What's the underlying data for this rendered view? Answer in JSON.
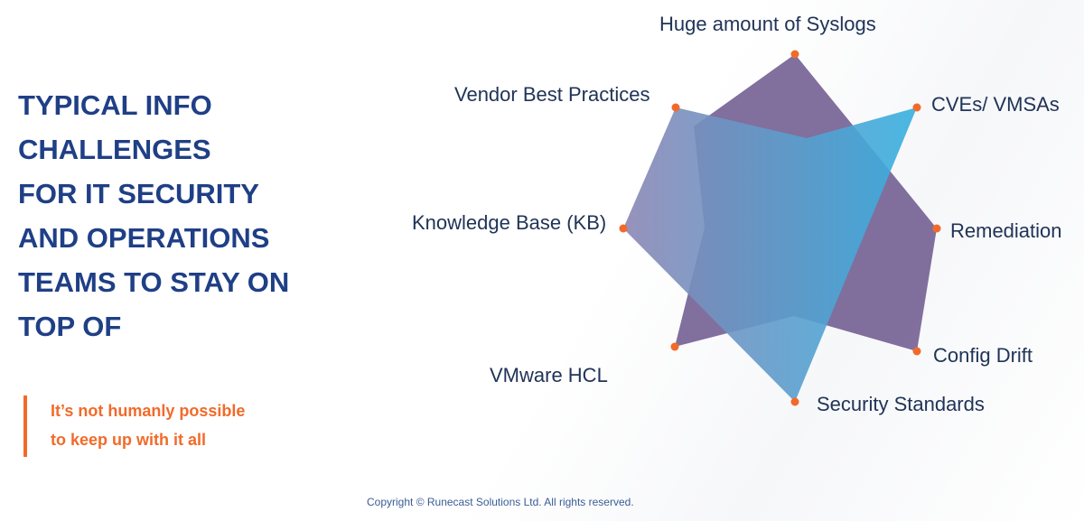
{
  "title": "TYPICAL INFO\nCHALLENGES\nFOR IT SECURITY\nAND OPERATIONS\nTEAMS TO STAY ON\nTOP OF",
  "quote": [
    "It’s not humanly possible",
    "to keep up with it all"
  ],
  "copyright": "Copyright ©  Runecast Solutions Ltd. All rights reserved.",
  "diagram": {
    "labels": {
      "syslogs": "Huge amount of Syslogs",
      "cves": "CVEs/ VMSAs",
      "remediation": "Remediation",
      "config_drift": "Config Drift",
      "security_standards": "Security Standards",
      "vmware_hcl": "VMware HCL",
      "kb": "Knowledge Base (KB)",
      "vendor": "Vendor Best Practices"
    },
    "colors": {
      "title": "#1f3f86",
      "accent": "#f26a2a",
      "purple": "#6f5b90",
      "blue_left": "#8b86b4",
      "blue_right": "#36b0e0",
      "dot": "#f26a2a"
    }
  }
}
